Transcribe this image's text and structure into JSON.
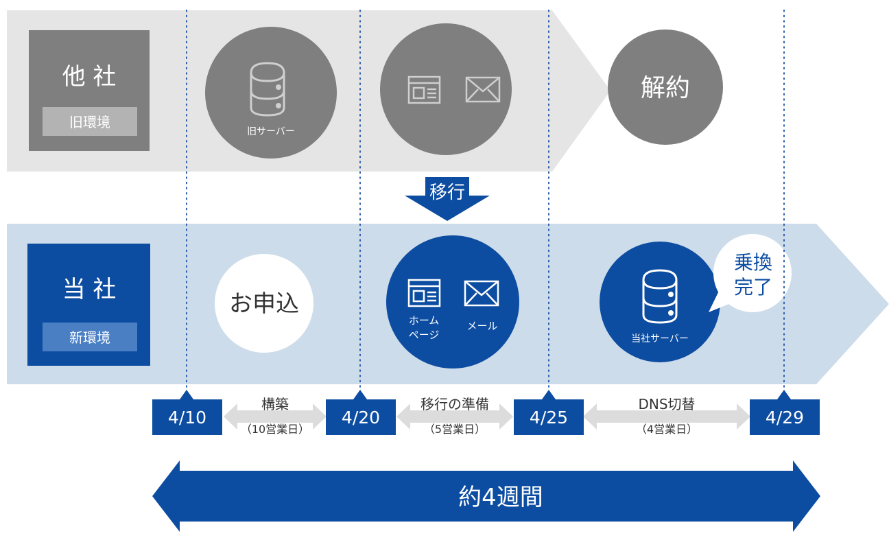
{
  "old_provider": {
    "title": "他 社",
    "subtitle": "旧環境",
    "server_label": "旧サーバー",
    "cancel_label": "解約"
  },
  "migration_label": "移行",
  "new_provider": {
    "title": "当 社",
    "subtitle": "新環境",
    "apply_label": "お申込",
    "homepage_label_line1": "ホーム",
    "homepage_label_line2": "ページ",
    "mail_label": "メール",
    "server_label": "当社サーバー",
    "complete_line1": "乗換",
    "complete_line2": "完了"
  },
  "dates": [
    "4/10",
    "4/20",
    "4/25",
    "4/29"
  ],
  "phases": [
    {
      "name": "構築",
      "duration": "（10営業日）"
    },
    {
      "name": "移行の準備",
      "duration": "（5営業日）"
    },
    {
      "name": "DNS切替",
      "duration": "（4営業日）"
    }
  ],
  "total_label": "約4週間",
  "colors": {
    "old_band": "#e5e5e5",
    "old_dark": "#7f7f7f",
    "new_band": "#cddcea",
    "brand_blue": "#0d4da1",
    "phase_arrow": "#dcdcdc"
  }
}
